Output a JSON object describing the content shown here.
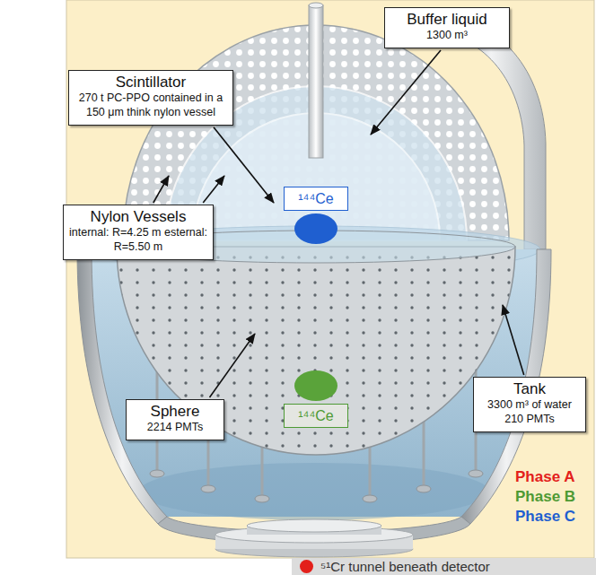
{
  "diagram": {
    "nodes": [
      {
        "text": [
          "Buffer liquid",
          "1300 m³"
        ]
      },
      {
        "text": [
          "Scintillator",
          "270 t PC-PPO contained in a 150 μm think nylon vessel"
        ]
      },
      {
        "text": [
          "¹⁴⁴Ce"
        ]
      },
      {
        "text": [
          "Nylon Vessels",
          "internal: R=4.25 m esternal: R=5.50 m"
        ]
      },
      {
        "text": [
          "Tank",
          "3300 m³ of water 210 PMTs"
        ]
      },
      {
        "text": [
          "Sphere",
          "2214 PMTs"
        ]
      },
      {
        "text": [
          "¹⁴⁴Ce"
        ]
      }
    ],
    "labels": [
      "Phase A",
      "Phase B",
      "Phase C"
    ],
    "legend": [
      {
        "text": "⁵¹Cr tunnel beneath detector",
        "color": "#e3201b"
      }
    ]
  }
}
